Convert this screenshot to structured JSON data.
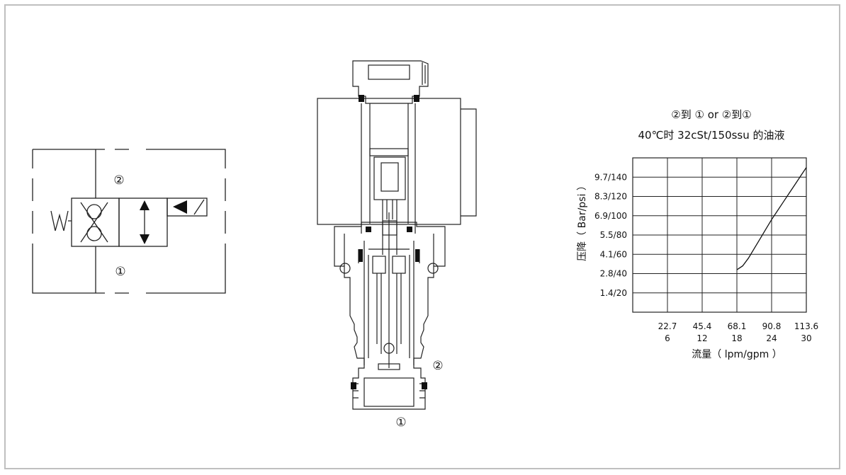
{
  "symbol": {
    "port_top_label": "②",
    "port_bottom_label": "①",
    "spring_label": "W"
  },
  "section": {
    "port_side_label": "②",
    "port_bottom_label": "①"
  },
  "chart_data": {
    "type": "line",
    "title_line1": "②到 ① or ②到①",
    "title_line2": "40℃时 32cSt/150ssu 的油液",
    "xlabel": "流量（ lpm/gpm ）",
    "ylabel": "压降（ Bar/psi ）",
    "x_ticks": [
      {
        "lpm": "22.7",
        "gpm": "6"
      },
      {
        "lpm": "45.4",
        "gpm": "12"
      },
      {
        "lpm": "68.1",
        "gpm": "18"
      },
      {
        "lpm": "90.8",
        "gpm": "24"
      },
      {
        "lpm": "113.6",
        "gpm": "30"
      }
    ],
    "y_ticks": [
      "1.4/20",
      "2.8/40",
      "4.1/60",
      "5.5/80",
      "6.9/100",
      "8.3/120",
      "9.7/140"
    ],
    "xlim": [
      0,
      30
    ],
    "ylim": [
      0,
      160
    ],
    "series": [
      {
        "color": "#111111",
        "x": [
          18.0,
          19.0,
          20.0,
          21.0,
          22.0,
          23.0,
          24.0,
          25.0,
          26.0,
          27.0,
          28.0,
          29.0,
          30.0
        ],
        "y": [
          44,
          48,
          56,
          66,
          76,
          86,
          96,
          105,
          114,
          123,
          132,
          141,
          150
        ]
      }
    ]
  }
}
